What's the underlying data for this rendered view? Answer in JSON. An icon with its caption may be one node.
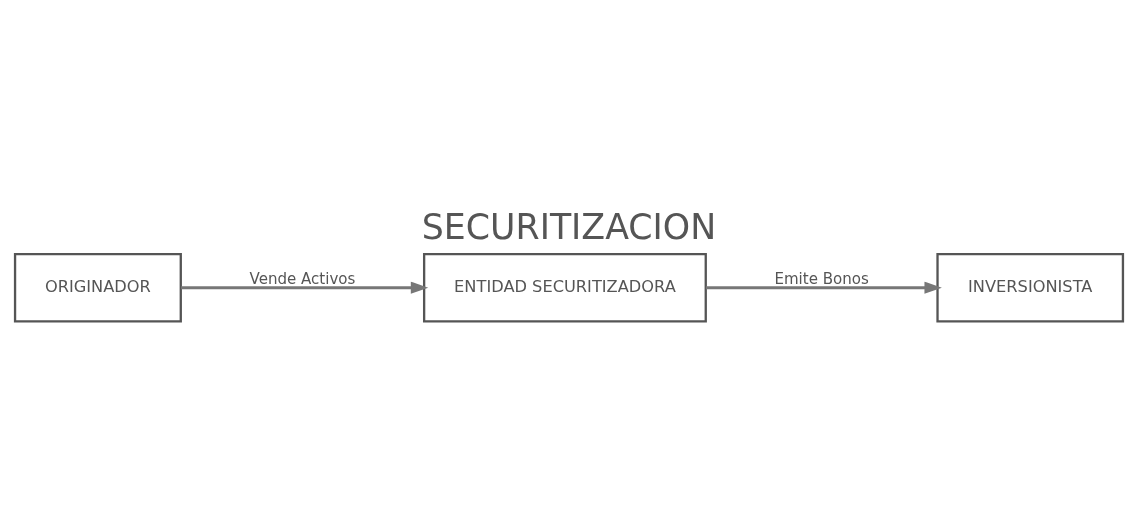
{
  "diagram": {
    "title": "SECURITIZACION",
    "nodes": [
      {
        "text": [
          "ORIGINADOR"
        ]
      },
      {
        "text": [
          "ENTIDAD SECURITIZADORA"
        ]
      },
      {
        "text": [
          "INVERSIONISTA"
        ]
      }
    ],
    "edges": [
      {
        "from": 0,
        "to": 1,
        "arrow": "to",
        "label": "Vende Activos"
      },
      {
        "from": 1,
        "to": 2,
        "arrow": "to",
        "label": "Emite Bonos"
      }
    ]
  }
}
